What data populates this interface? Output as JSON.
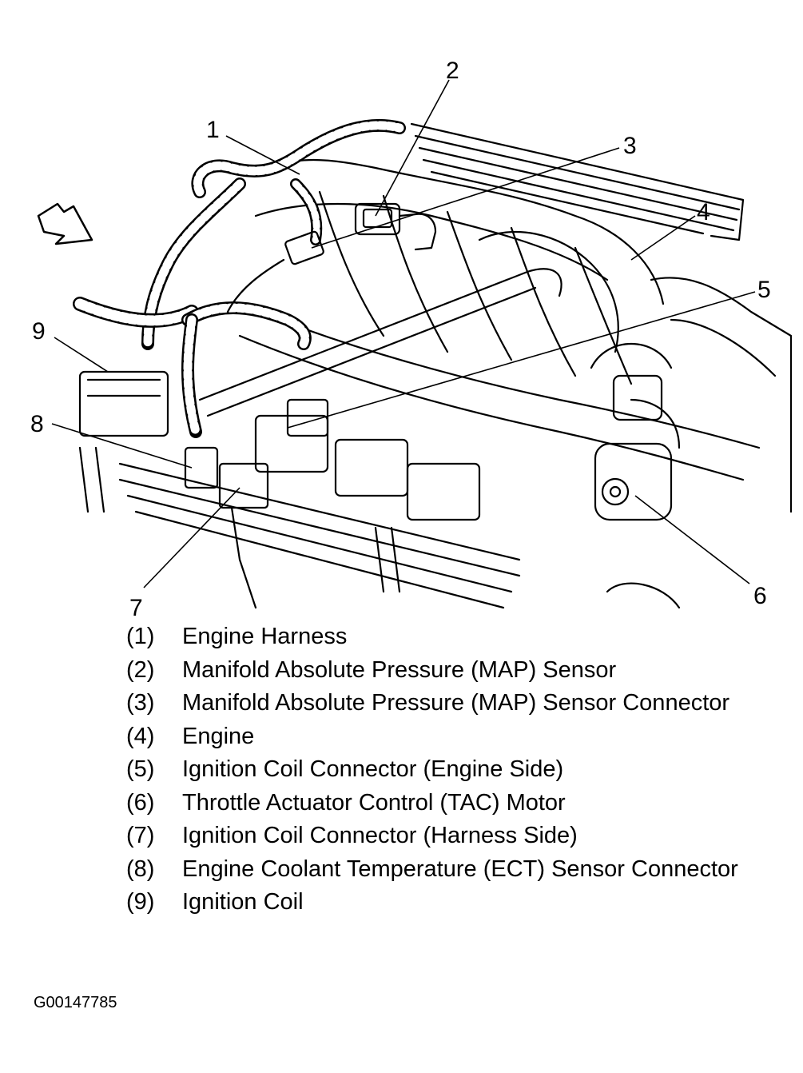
{
  "callouts": [
    "1",
    "2",
    "3",
    "4",
    "5",
    "6",
    "7",
    "8",
    "9"
  ],
  "legend": [
    {
      "num": "(1)",
      "text": "Engine Harness"
    },
    {
      "num": "(2)",
      "text": "Manifold Absolute Pressure (MAP) Sensor"
    },
    {
      "num": "(3)",
      "text": "Manifold Absolute Pressure (MAP) Sensor Connector"
    },
    {
      "num": "(4)",
      "text": "Engine"
    },
    {
      "num": "(5)",
      "text": "Ignition Coil Connector (Engine Side)"
    },
    {
      "num": "(6)",
      "text": "Throttle Actuator Control (TAC) Motor"
    },
    {
      "num": "(7)",
      "text": "Ignition Coil Connector (Harness Side)"
    },
    {
      "num": "(8)",
      "text": "Engine Coolant Temperature (ECT) Sensor Connector"
    },
    {
      "num": "(9)",
      "text": "Ignition Coil"
    }
  ],
  "figure_id": "G00147785",
  "colors": {
    "ink": "#000000",
    "paper": "#ffffff"
  }
}
